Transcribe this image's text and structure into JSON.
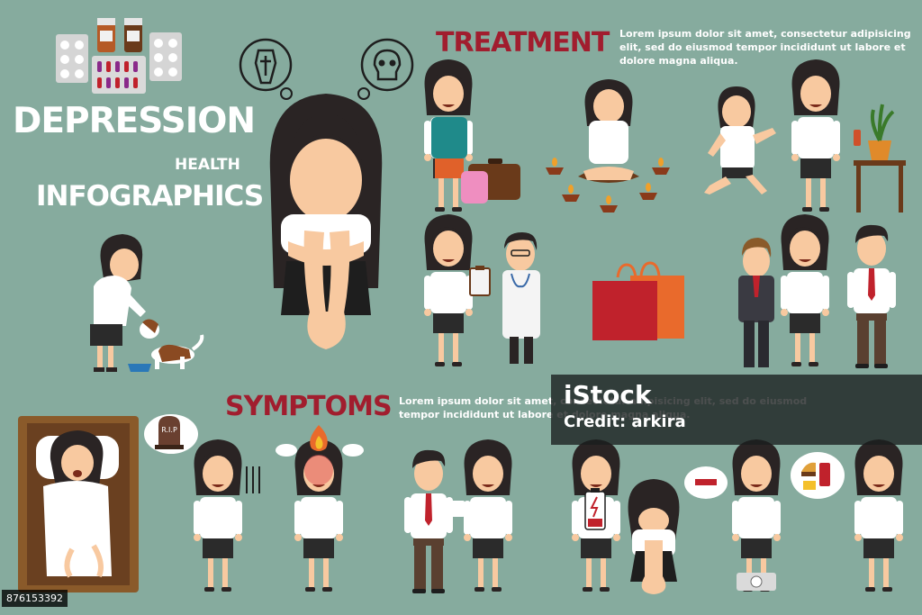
{
  "title": {
    "main": "DEPRESSION",
    "sub": "HEALTH",
    "secondary": "INFOGRAPHICS"
  },
  "treatment": {
    "heading": "TREATMENT",
    "text_lines": [
      "Lorem ipsum dolor sit amet, consectetur adipisicing",
      "elit, sed do eiusmod tempor incididunt ut labore et",
      "dolore magna aliqua."
    ]
  },
  "symptoms": {
    "heading": "SYMPTOMS",
    "text_lines": [
      "Lorem ipsum dolor sit amet, consectetur adipisicing elit, sed do eiusmod",
      "tempor incididunt ut labore et dolore magna aliqua."
    ]
  },
  "labels": {
    "rip": "R.I.P"
  },
  "watermark": {
    "logo": "iStock",
    "credit": "Credit: arkira"
  },
  "stock_id": "876153392",
  "colors": {
    "background": "#86ab9e",
    "heading": "#a11d2e",
    "hair": "#2a2424",
    "skin": "#f8c9a0",
    "shirt": "#ffffff",
    "skirt": "#2b2b2b",
    "bag_red": "#c0222c",
    "bag_orange": "#e96a2c"
  },
  "icons": [
    "pill-bottles-icon",
    "blister-pack-icon",
    "coffin-icon",
    "skull-icon",
    "suitcase-icon",
    "candle-icon",
    "potted-plant-icon",
    "clipboard-icon",
    "shopping-bags-icon",
    "dog-icon",
    "bed-icon",
    "tombstone-icon",
    "fire-icon",
    "coffee-cup-icon",
    "battery-low-icon",
    "minus-icon",
    "junk-food-icon",
    "bathroom-scale-icon"
  ]
}
